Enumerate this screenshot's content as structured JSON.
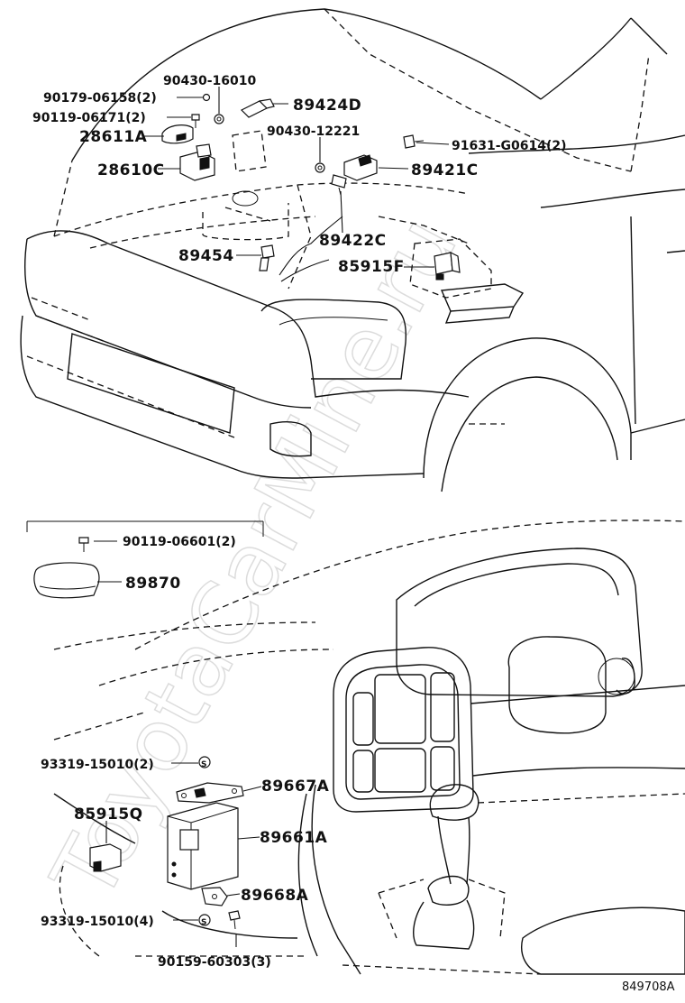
{
  "watermark": "ToyotaCarMine.ru",
  "diagram_code": "849708A",
  "labels": {
    "p90430_16010": "90430-16010",
    "p90179_06158": "90179-06158(2)",
    "p89424D": "89424D",
    "p90119_06171": "90119-06171(2)",
    "p28611A": "28611A",
    "p90430_12221": "90430-12221",
    "p91631_G0614": "91631-G0614(2)",
    "p28610C": "28610C",
    "p89421C": "89421C",
    "p89454": "89454",
    "p89422C": "89422C",
    "p85915F": "85915F",
    "p90119_06601": "90119-06601(2)",
    "p89870": "89870",
    "p93319_15010_2": "93319-15010(2)",
    "p89667A": "89667A",
    "p85915Q": "85915Q",
    "p89661A": "89661A",
    "p89668A": "89668A",
    "p93319_15010_4": "93319-15010(4)",
    "p90159_60303": "90159-60303(3)"
  }
}
